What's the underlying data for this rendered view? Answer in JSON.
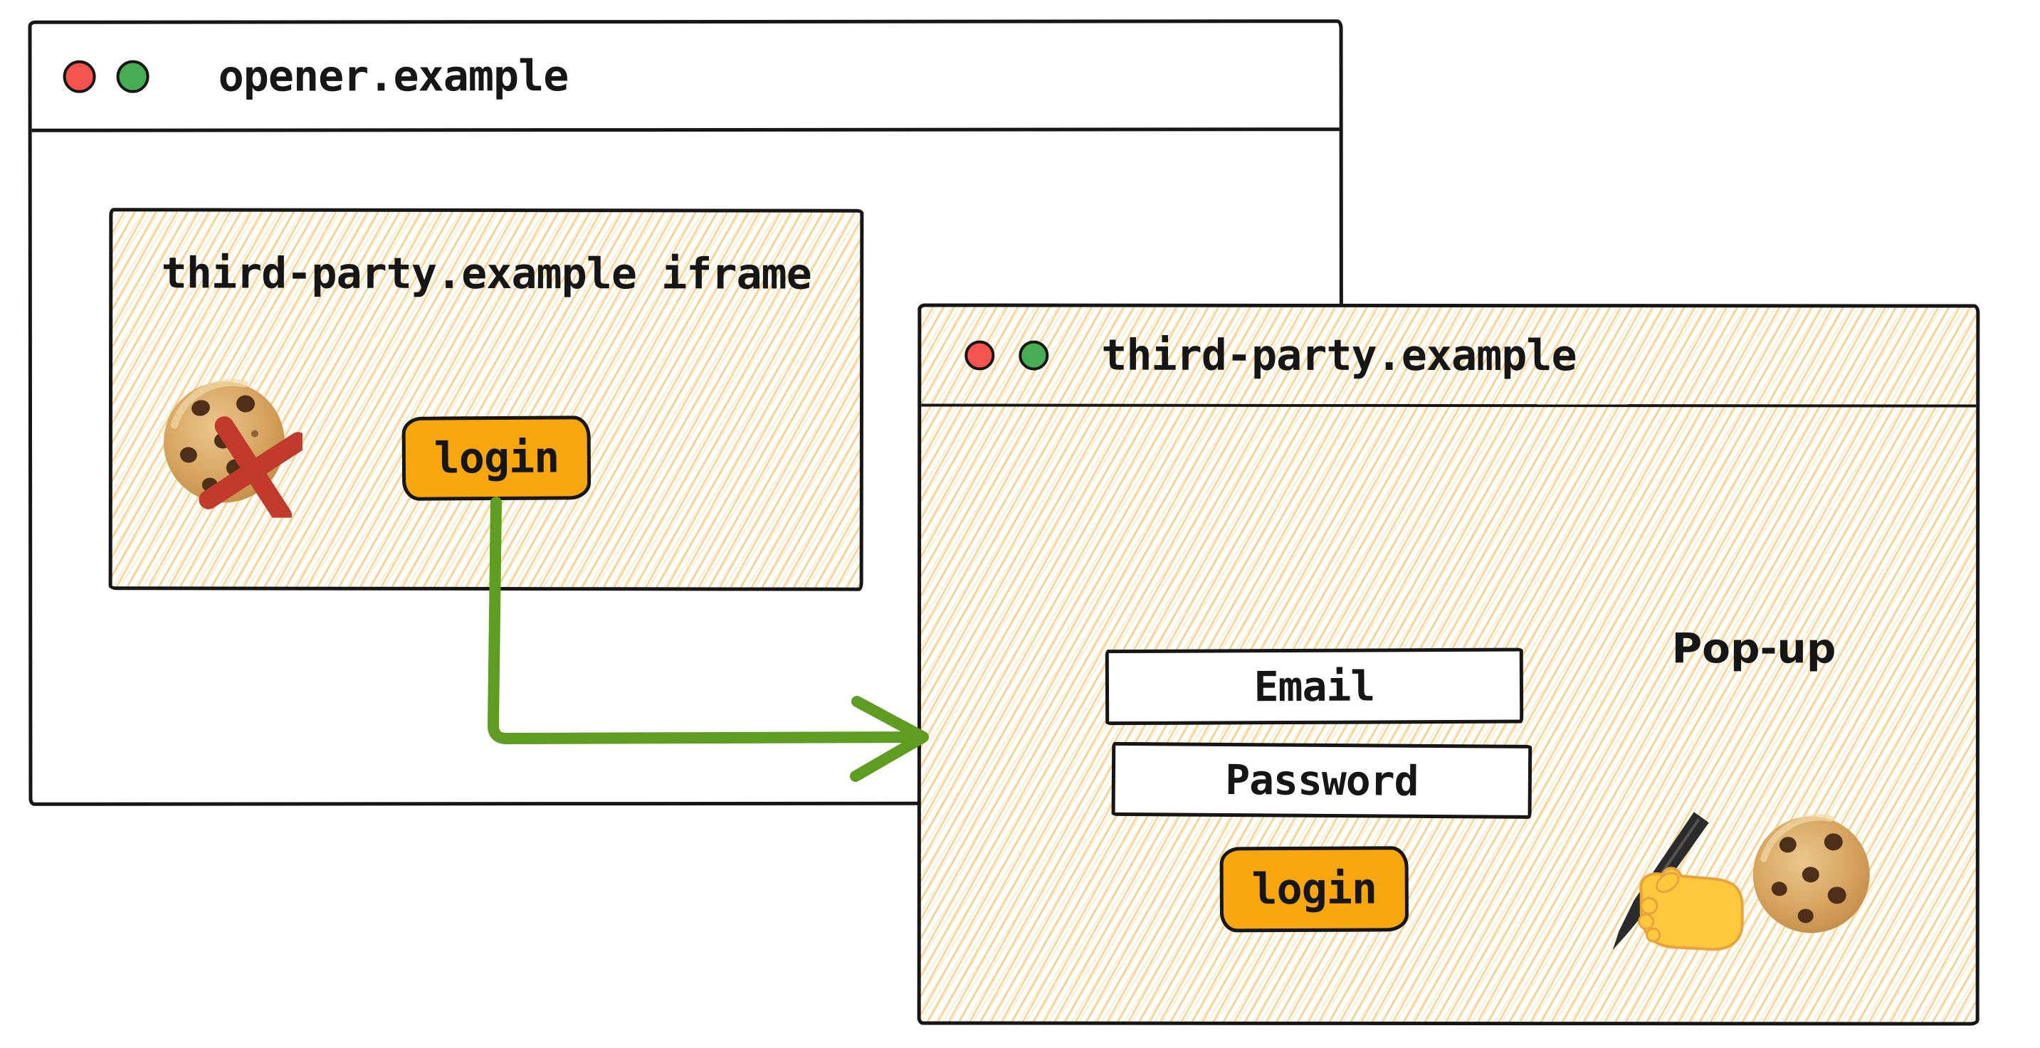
{
  "opener_window": {
    "title": "opener.example",
    "traffic_lights": [
      "close",
      "maximize"
    ],
    "iframe": {
      "heading": "third-party.example iframe",
      "login_button": "login",
      "blocked_cookie_icon": "cookie-with-red-x"
    }
  },
  "popup_window": {
    "title": "third-party.example",
    "traffic_lights": [
      "close",
      "maximize"
    ],
    "label": "Pop-up",
    "email_field": "Email",
    "password_field": "Password",
    "login_button": "login",
    "icons": [
      "writing-hand-icon",
      "cookie-icon"
    ]
  },
  "arrow": {
    "icon": "login-opens-popup-arrow"
  },
  "colors": {
    "ink": "#161616",
    "traffic_red": "#F4544D",
    "traffic_green": "#46AD52",
    "button_orange": "#F8A60D",
    "arrow_green": "#5E9C22",
    "blocked_x_red": "#C23A2B",
    "hatch_orange": "#F2BA5E"
  }
}
